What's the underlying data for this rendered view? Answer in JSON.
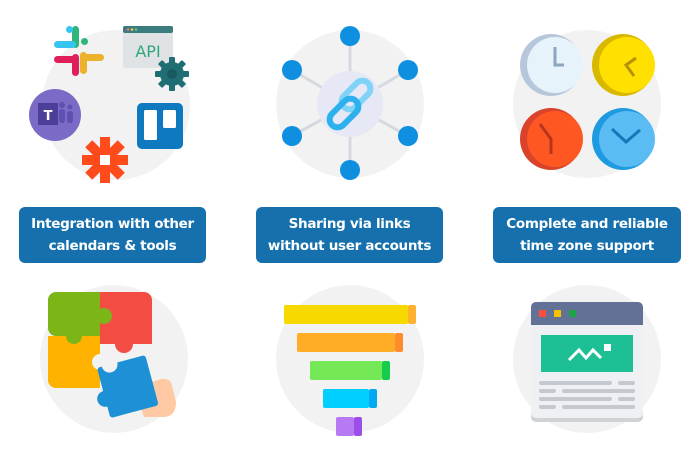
{
  "features": [
    {
      "label_line1": "Integration with other",
      "label_line2": "calendars & tools",
      "icon": "integrations-icon"
    },
    {
      "label_line1": "Sharing via links",
      "label_line2": "without user accounts",
      "icon": "link-network-icon"
    },
    {
      "label_line1": "Complete and reliable",
      "label_line2": "time zone support",
      "icon": "world-clocks-icon"
    },
    {
      "icon": "puzzle-icon"
    },
    {
      "icon": "funnel-icon"
    },
    {
      "icon": "webpage-icon"
    }
  ],
  "icons": {
    "api_text": "API"
  },
  "colors": {
    "button_bg": "#1570ad",
    "circle_bg": "#f2f2f3"
  }
}
